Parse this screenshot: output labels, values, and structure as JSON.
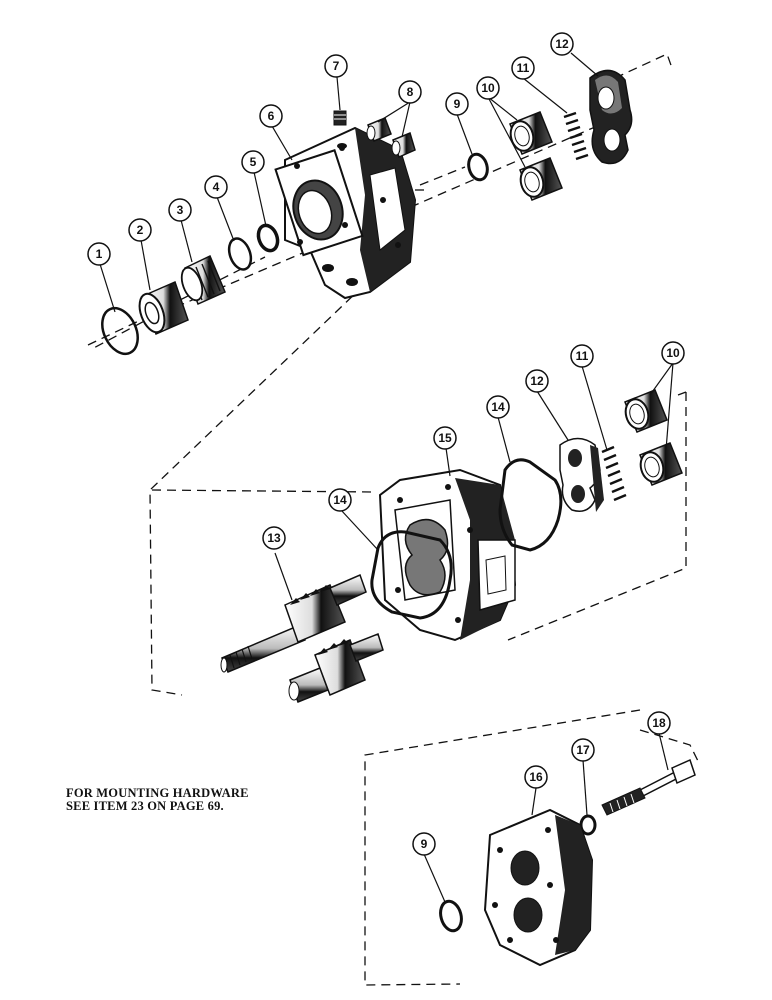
{
  "note": {
    "line1": "FOR MOUNTING HARDWARE",
    "line2": "SEE ITEM 23 ON PAGE 69."
  },
  "callouts": [
    {
      "id": "c1",
      "label": "1"
    },
    {
      "id": "c2",
      "label": "2"
    },
    {
      "id": "c3",
      "label": "3"
    },
    {
      "id": "c4",
      "label": "4"
    },
    {
      "id": "c5",
      "label": "5"
    },
    {
      "id": "c6",
      "label": "6"
    },
    {
      "id": "c7",
      "label": "7"
    },
    {
      "id": "c8",
      "label": "8"
    },
    {
      "id": "c9a",
      "label": "9"
    },
    {
      "id": "c10a",
      "label": "10"
    },
    {
      "id": "c11a",
      "label": "11"
    },
    {
      "id": "c12a",
      "label": "12"
    },
    {
      "id": "c10b",
      "label": "10"
    },
    {
      "id": "c11b",
      "label": "11"
    },
    {
      "id": "c12b",
      "label": "12"
    },
    {
      "id": "c14a",
      "label": "14"
    },
    {
      "id": "c15",
      "label": "15"
    },
    {
      "id": "c14b",
      "label": "14"
    },
    {
      "id": "c13",
      "label": "13"
    },
    {
      "id": "c18",
      "label": "18"
    },
    {
      "id": "c17",
      "label": "17"
    },
    {
      "id": "c16",
      "label": "16"
    },
    {
      "id": "c9b",
      "label": "9"
    }
  ]
}
